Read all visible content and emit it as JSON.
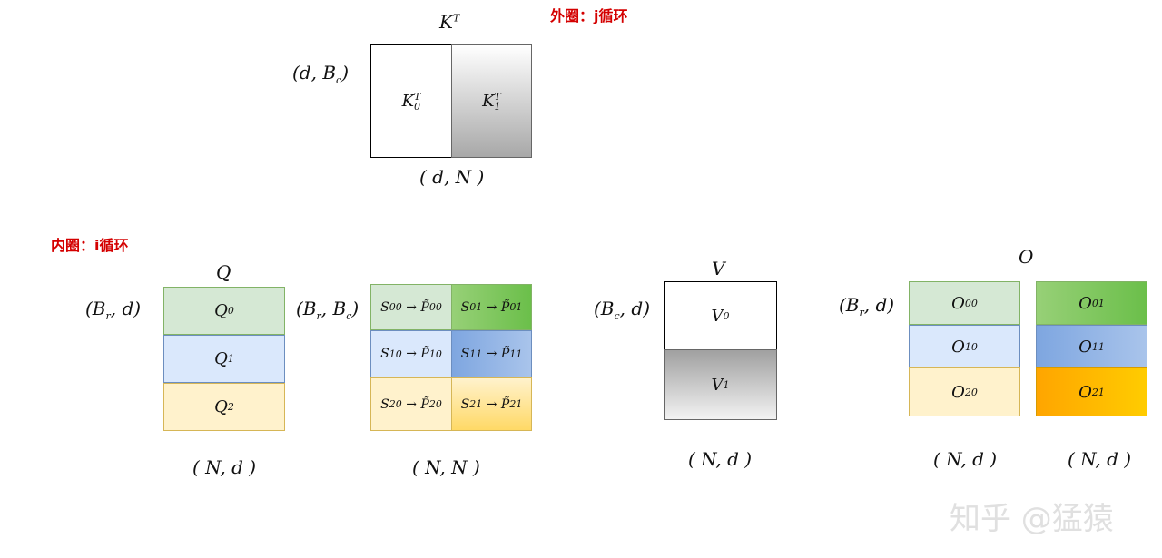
{
  "notes": {
    "outer": "外圈：j循环",
    "inner": "内圈：i循环"
  },
  "kt": {
    "title": "K",
    "title_sup": "T",
    "side": "(d, B",
    "side_sub": "c",
    "side_end": ")",
    "bottom": "( d, N )",
    "blocks": [
      {
        "main": "K",
        "sup": "T",
        "sub": "0"
      },
      {
        "main": "K",
        "sup": "T",
        "sub": "1"
      }
    ]
  },
  "q": {
    "title": "Q",
    "side": "(B",
    "side_sub": "r",
    "side_end": ", d)",
    "bottom": "( N, d )",
    "blocks": [
      {
        "main": "Q",
        "sub": "0"
      },
      {
        "main": "Q",
        "sub": "1"
      },
      {
        "main": "Q",
        "sub": "2"
      }
    ]
  },
  "s": {
    "side": "(B",
    "side_sub": "r",
    "side_mid": ", B",
    "side_sub2": "c",
    "side_end": ")",
    "bottom": "( N, N )",
    "blocks": [
      {
        "s_sub": "00",
        "p_sub": "00"
      },
      {
        "s_sub": "01",
        "p_sub": "01"
      },
      {
        "s_sub": "10",
        "p_sub": "10"
      },
      {
        "s_sub": "11",
        "p_sub": "11"
      },
      {
        "s_sub": "20",
        "p_sub": "20"
      },
      {
        "s_sub": "21",
        "p_sub": "21"
      }
    ],
    "s_main": "S",
    "arrow": "→",
    "p_main": "P̃"
  },
  "v": {
    "title": "V",
    "side": "(B",
    "side_sub": "c",
    "side_end": ", d)",
    "bottom": "( N, d )",
    "blocks": [
      {
        "main": "V",
        "sub": "0"
      },
      {
        "main": "V",
        "sub": "1"
      }
    ]
  },
  "o": {
    "title": "O",
    "side": "(B",
    "side_sub": "r",
    "side_end": ", d)",
    "bottom_left": "( N, d )",
    "bottom_right": "( N, d )",
    "blocks": [
      {
        "main": "O",
        "sub": "00"
      },
      {
        "main": "O",
        "sub": "01"
      },
      {
        "main": "O",
        "sub": "10"
      },
      {
        "main": "O",
        "sub": "11"
      },
      {
        "main": "O",
        "sub": "20"
      },
      {
        "main": "O",
        "sub": "21"
      }
    ]
  },
  "watermark": "知乎 @猛猿"
}
